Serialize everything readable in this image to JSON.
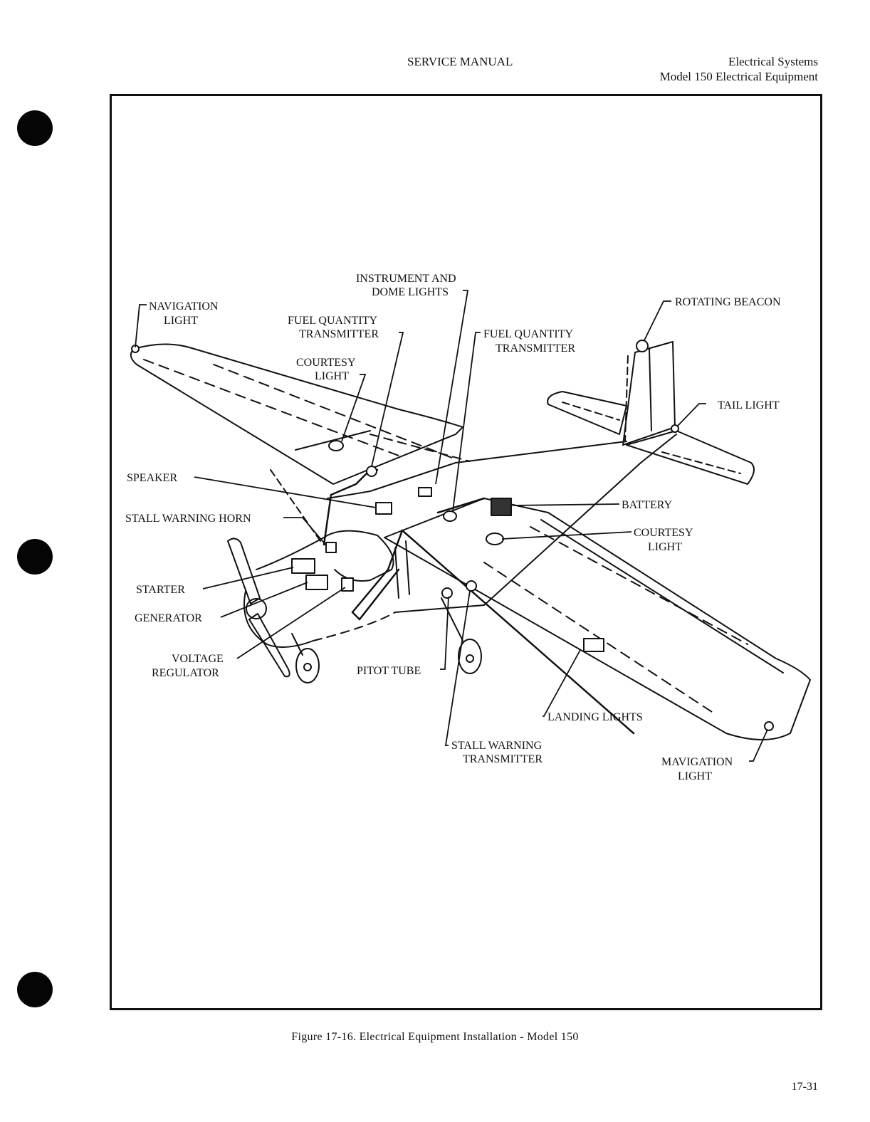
{
  "header": {
    "center": "SERVICE MANUAL",
    "right_line1": "Electrical Systems",
    "right_line2": "Model 150 Electrical Equipment"
  },
  "labels": {
    "navigation_light_1": "NAVIGATION",
    "navigation_light_2": "LIGHT",
    "instrument_1": "INSTRUMENT AND",
    "instrument_2": "DOME LIGHTS",
    "fuel_left_1": "FUEL QUANTITY",
    "fuel_left_2": "TRANSMITTER",
    "fuel_right_1": "FUEL QUANTITY",
    "fuel_right_2": "TRANSMITTER",
    "rotating_beacon": "ROTATING BEACON",
    "courtesy_left_1": "COURTESY",
    "courtesy_left_2": "LIGHT",
    "tail_light": "TAIL LIGHT",
    "speaker": "SPEAKER",
    "battery": "BATTERY",
    "stall_horn": "STALL WARNING HORN",
    "courtesy_right_1": "COURTESY",
    "courtesy_right_2": "LIGHT",
    "starter": "STARTER",
    "generator": "GENERATOR",
    "voltage_1": "VOLTAGE",
    "voltage_2": "REGULATOR",
    "pitot_tube": "PITOT TUBE",
    "landing_lights": "LANDING LIGHTS",
    "stall_transmitter_1": "STALL WARNING",
    "stall_transmitter_2": "TRANSMITTER",
    "mavigation_1": "MAVIGATION",
    "mavigation_2": "LIGHT"
  },
  "caption": "Figure 17-16.  Electrical Equipment Installation - Model 150",
  "page_number": "17-31"
}
